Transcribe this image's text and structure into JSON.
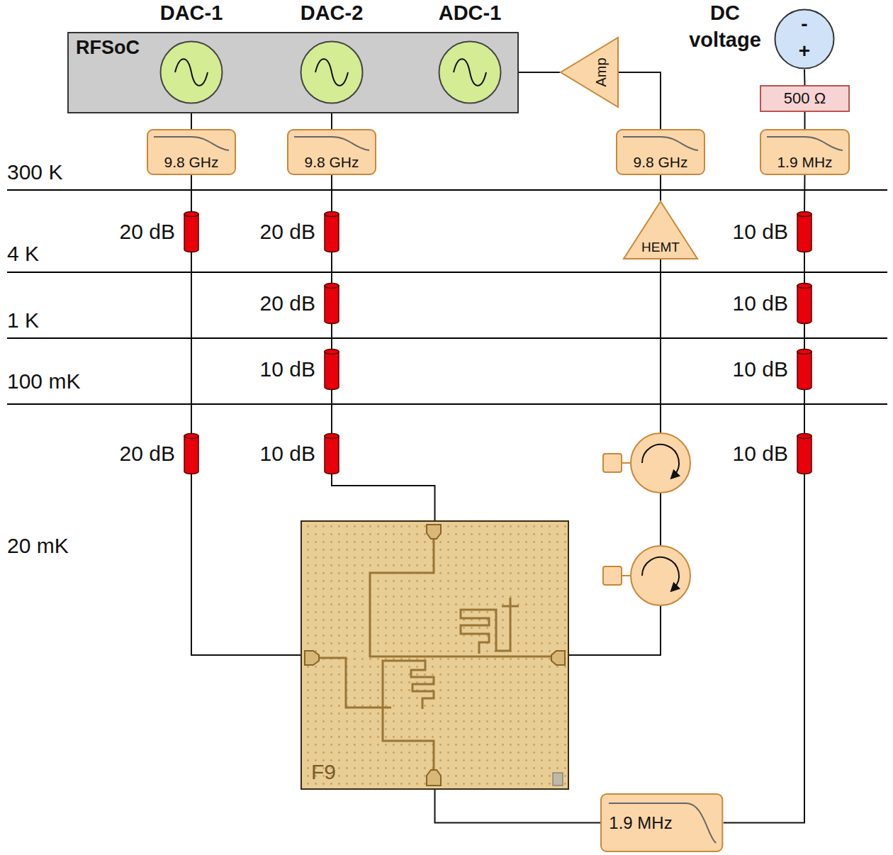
{
  "diagram": {
    "nodes": [
      {
        "text": [
          "RFSoC"
        ]
      },
      {
        "text": [
          "DAC-1"
        ],
        "in": 0
      },
      {
        "text": [
          "DAC-2"
        ],
        "in": 0
      },
      {
        "text": [
          "ADC-1"
        ],
        "in": 0
      },
      {
        "text": [
          "Amp"
        ]
      },
      {
        "text": [
          "DC voltage",
          "-",
          "+"
        ]
      },
      {
        "text": [
          "500 Ω"
        ]
      },
      {
        "text": [
          "9.8 GHz"
        ]
      },
      {
        "text": [
          "9.8 GHz"
        ]
      },
      {
        "text": [
          "9.8 GHz"
        ]
      },
      {
        "text": [
          "1.9 MHz"
        ]
      },
      {
        "text": [
          "20 dB"
        ]
      },
      {
        "text": [
          "20 dB"
        ]
      },
      {
        "text": [
          "HEMT"
        ]
      },
      {
        "text": [
          "10 dB"
        ]
      },
      {
        "text": [
          "20 dB"
        ]
      },
      {
        "text": [
          "10 dB"
        ]
      },
      {
        "text": [
          "10 dB"
        ]
      },
      {
        "text": [
          "10 dB"
        ]
      },
      {
        "text": [
          "20 dB"
        ]
      },
      {
        "text": [
          "10 dB"
        ]
      },
      {
        "text": [
          "10 dB"
        ]
      },
      {
        "text": [
          "F9"
        ]
      },
      {
        "text": [
          "1.9 MHz"
        ]
      }
    ],
    "edges": [
      {
        "from": 1,
        "to": 7,
        "arrow": "none"
      },
      {
        "from": 2,
        "to": 8,
        "arrow": "none"
      },
      {
        "from": 7,
        "to": 11,
        "arrow": "none"
      },
      {
        "from": 11,
        "to": 19,
        "arrow": "none"
      },
      {
        "from": 19,
        "to": 22,
        "arrow": "none"
      },
      {
        "from": 8,
        "to": 12,
        "arrow": "none"
      },
      {
        "from": 12,
        "to": 15,
        "arrow": "none"
      },
      {
        "from": 15,
        "to": 17,
        "arrow": "none"
      },
      {
        "from": 17,
        "to": 20,
        "arrow": "none"
      },
      {
        "from": 20,
        "to": 22,
        "arrow": "none"
      },
      {
        "from": 22,
        "to": 13,
        "arrow": "none"
      },
      {
        "from": 13,
        "to": 9,
        "arrow": "none"
      },
      {
        "from": 9,
        "to": 4,
        "arrow": "none"
      },
      {
        "from": 4,
        "to": 3,
        "arrow": "none"
      },
      {
        "from": 5,
        "to": 6,
        "arrow": "none"
      },
      {
        "from": 6,
        "to": 10,
        "arrow": "none"
      },
      {
        "from": 10,
        "to": 14,
        "arrow": "none"
      },
      {
        "from": 14,
        "to": 16,
        "arrow": "none"
      },
      {
        "from": 16,
        "to": 18,
        "arrow": "none"
      },
      {
        "from": 18,
        "to": 21,
        "arrow": "none"
      },
      {
        "from": 21,
        "to": 23,
        "arrow": "none"
      },
      {
        "from": 23,
        "to": 22,
        "arrow": "none"
      }
    ],
    "labels": [
      "300 K",
      "4 K",
      "1 K",
      "100 mK",
      "20 mK"
    ]
  }
}
